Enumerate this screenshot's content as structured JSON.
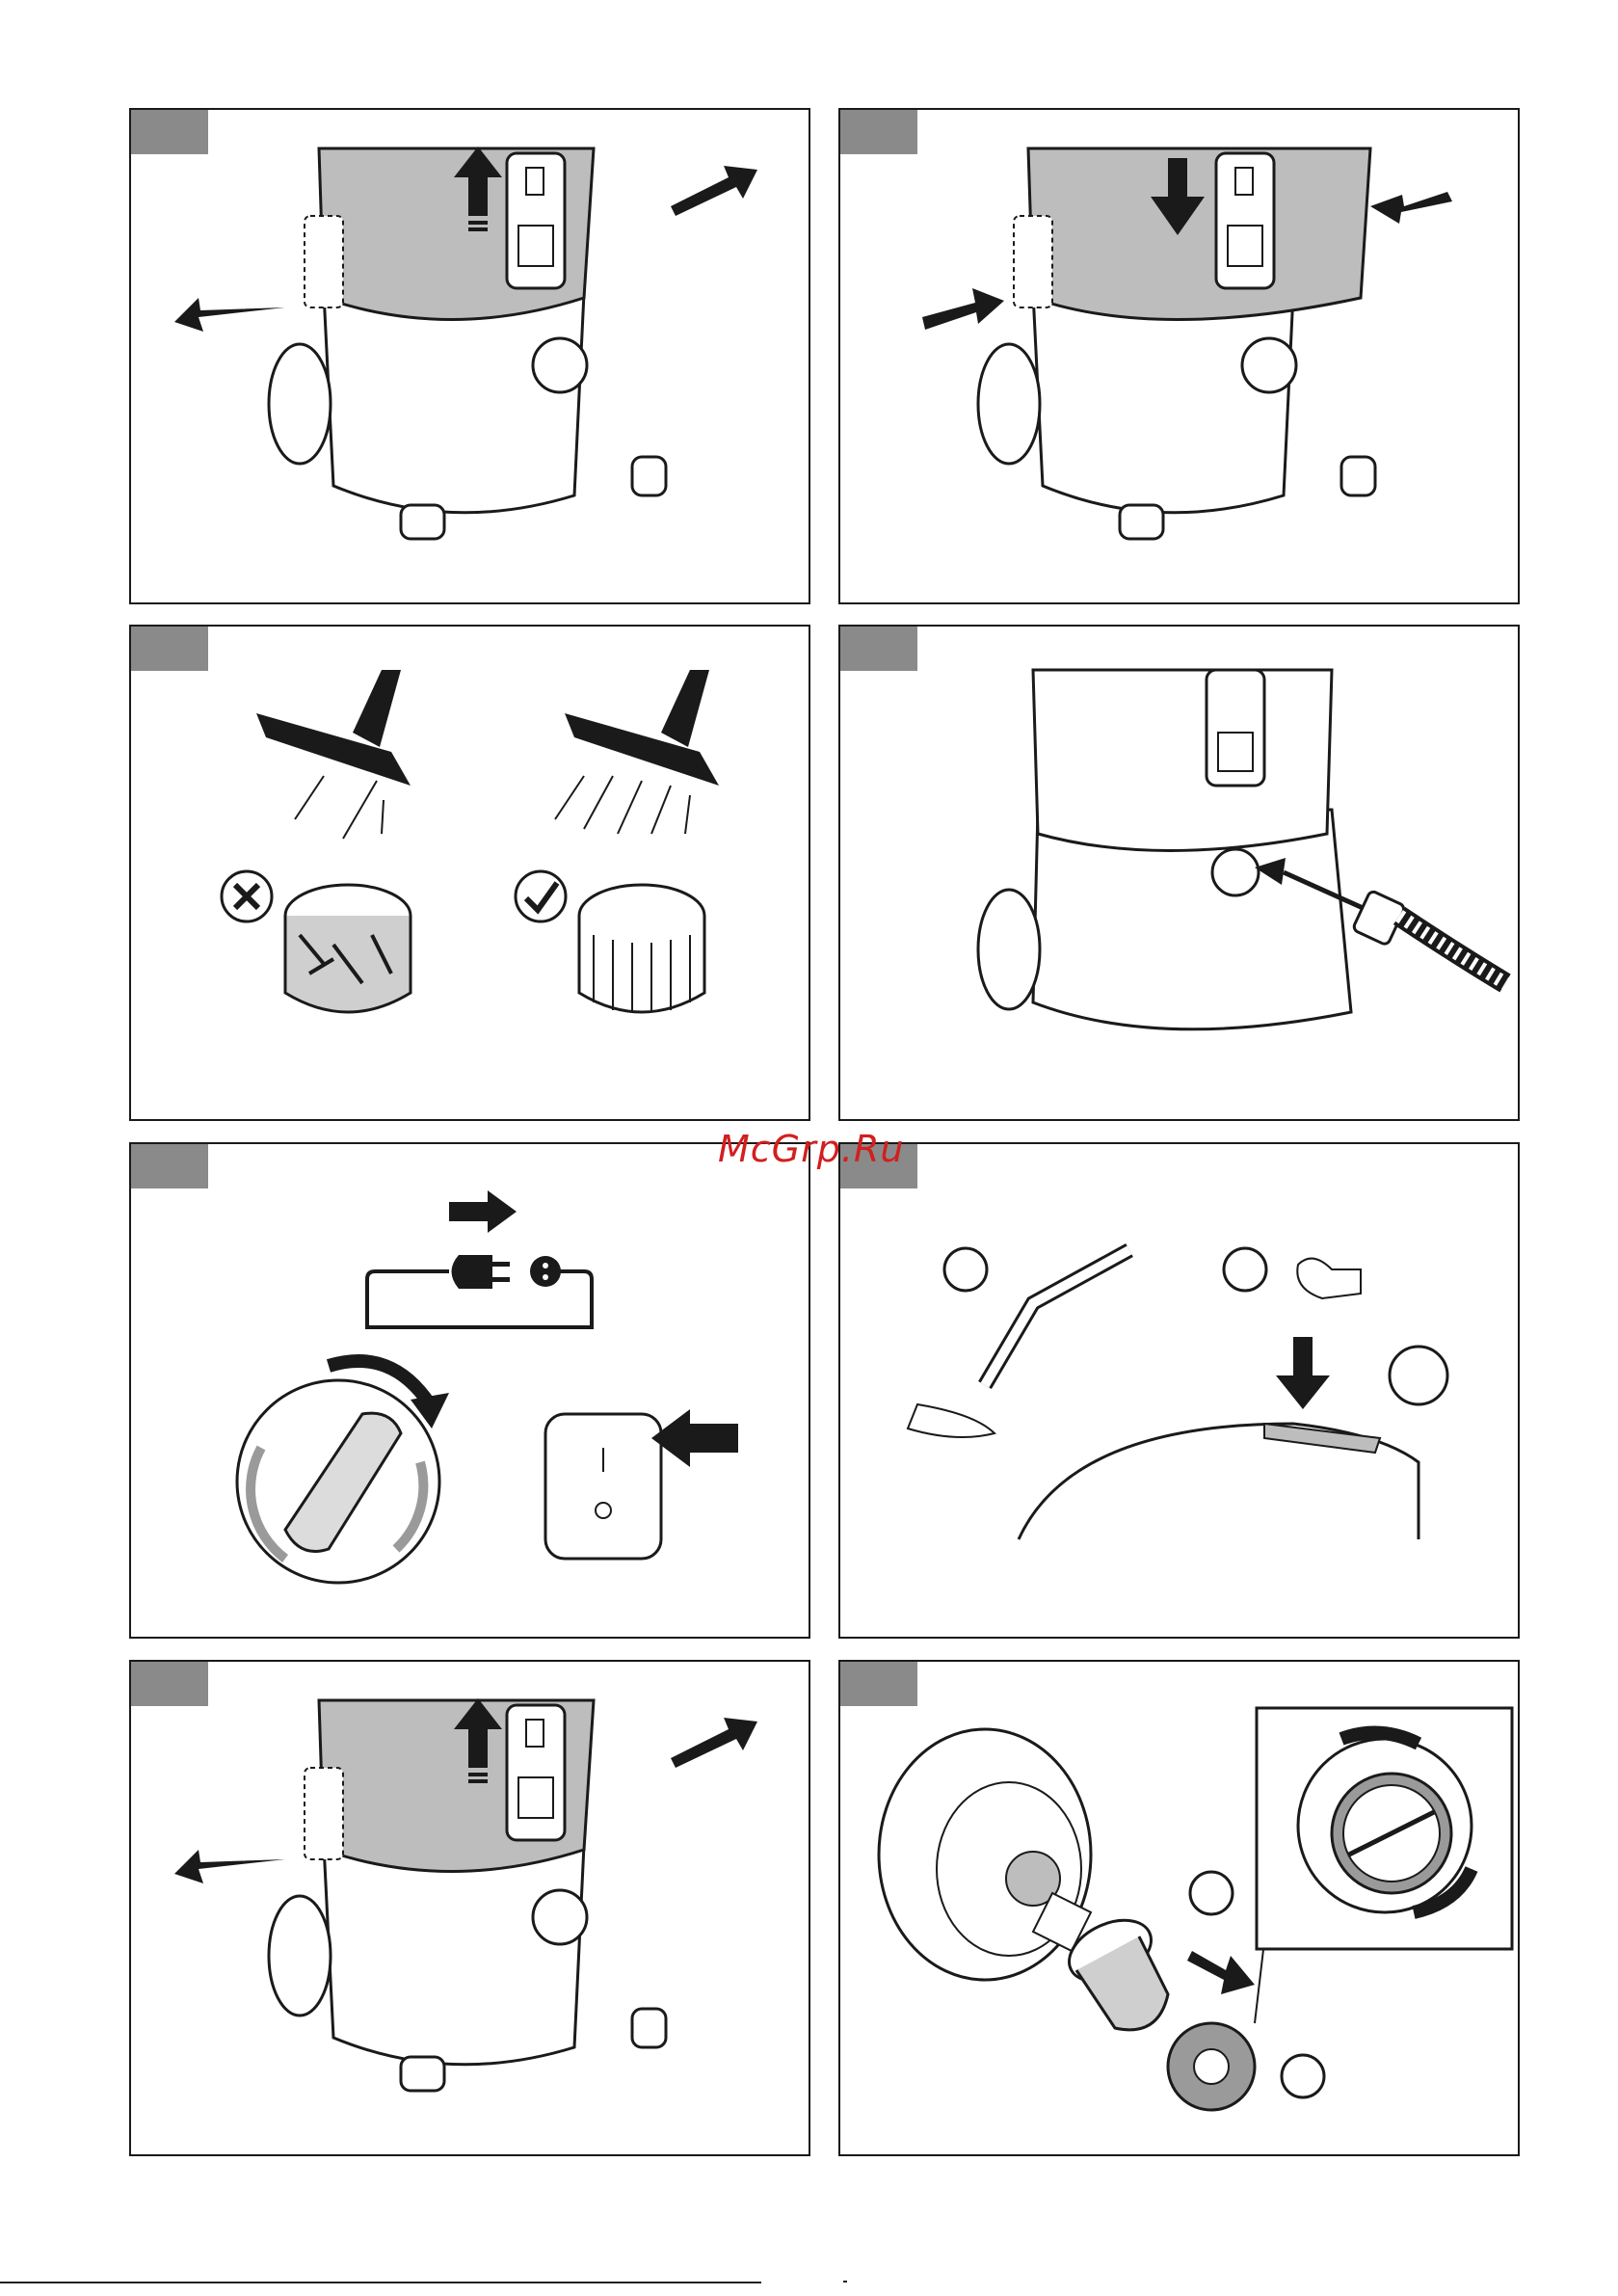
{
  "watermark": {
    "text": "McGrp.Ru"
  },
  "panels": [
    {
      "id": "remove-head"
    },
    {
      "id": "attach-head"
    },
    {
      "id": "filter-compare"
    },
    {
      "id": "attach-hose"
    },
    {
      "id": "switch-operation"
    },
    {
      "id": "check-suction"
    },
    {
      "id": "remove-head-2"
    },
    {
      "id": "filter-replace"
    }
  ],
  "colors": {
    "panel_tab": "#8a8a8a",
    "head_shade": "#bdbdbd",
    "watermark": "#d21f1f",
    "line": "#1a1a1a"
  }
}
